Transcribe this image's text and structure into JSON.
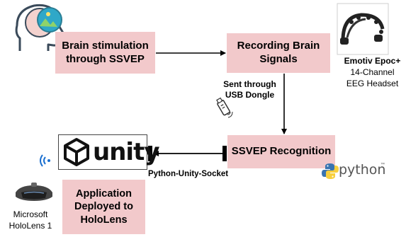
{
  "nodes": {
    "stimulation": {
      "line1": "Brain stimulation",
      "line2": "through SSVEP"
    },
    "recording": {
      "line1": "Recording Brain",
      "line2": "Signals"
    },
    "recognition": {
      "label": "SSVEP Recognition"
    },
    "application": {
      "line1": "Application",
      "line2": "Deployed to",
      "line3": "HoloLens"
    }
  },
  "edges": {
    "usb": {
      "line1": "Sent through",
      "line2": "USB Dongle"
    },
    "socket": {
      "label": "Python-Unity-Socket"
    }
  },
  "devices": {
    "emotiv": {
      "name": "Emotiv Epoc+",
      "desc1": "14-Channel",
      "desc2": "EEG Headset"
    },
    "hololens": {
      "line1": "Microsoft",
      "line2": "HoloLens 1"
    }
  },
  "logos": {
    "unity": "unity",
    "python": "python",
    "python_tm": "™"
  },
  "icons": [
    "brain-head-icon",
    "eeg-headset-icon",
    "usb-dongle-icon",
    "unity-logo-icon",
    "wireless-signal-icon",
    "hololens-icon",
    "python-logo-icon"
  ],
  "colors": {
    "box_fill": "#f2c9cb",
    "arrow": "#000000",
    "head_fill": "#f3d2ce",
    "head_globe": "#2fa8c8"
  }
}
